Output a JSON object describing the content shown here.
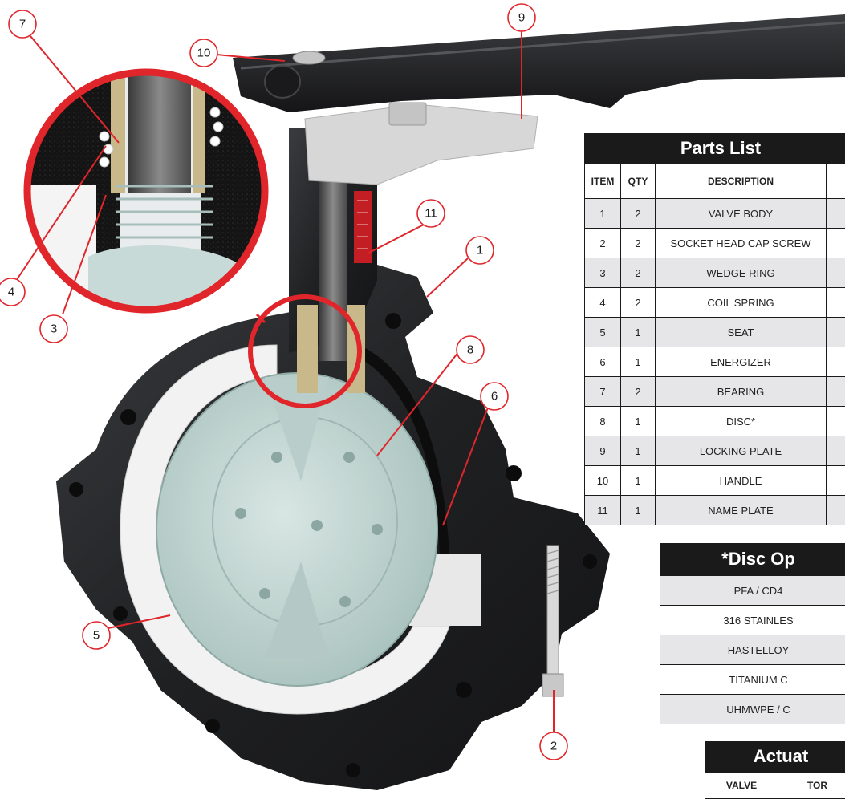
{
  "callouts": [
    "1",
    "2",
    "3",
    "4",
    "5",
    "6",
    "7",
    "8",
    "9",
    "10",
    "11"
  ],
  "parts_list": {
    "title": "Parts List",
    "headers": [
      "ITEM",
      "QTY",
      "DESCRIPTION",
      ""
    ],
    "rows": [
      {
        "item": "1",
        "qty": "2",
        "description": "VALVE BODY"
      },
      {
        "item": "2",
        "qty": "2",
        "description": "SOCKET HEAD CAP SCREW"
      },
      {
        "item": "3",
        "qty": "2",
        "description": "WEDGE RING"
      },
      {
        "item": "4",
        "qty": "2",
        "description": "COIL SPRING"
      },
      {
        "item": "5",
        "qty": "1",
        "description": "SEAT"
      },
      {
        "item": "6",
        "qty": "1",
        "description": "ENERGIZER"
      },
      {
        "item": "7",
        "qty": "2",
        "description": "BEARING"
      },
      {
        "item": "8",
        "qty": "1",
        "description": "DISC*"
      },
      {
        "item": "9",
        "qty": "1",
        "description": "LOCKING PLATE"
      },
      {
        "item": "10",
        "qty": "1",
        "description": "HANDLE"
      },
      {
        "item": "11",
        "qty": "1",
        "description": "NAME PLATE"
      }
    ]
  },
  "disc_options": {
    "title": "*Disc Op",
    "rows": [
      "PFA / CD4",
      "316 STAINLES",
      "HASTELLOY",
      "TITANIUM C",
      "UHMWPE / C"
    ]
  },
  "actuation": {
    "title": "Actuat",
    "headers": [
      "VALVE",
      "TOR"
    ]
  },
  "colors": {
    "accent_red": "#e0262b",
    "body_dark": "#2b2b2d",
    "seat_white": "#f2f2f2",
    "disc_glass": "#c9d9d6"
  }
}
